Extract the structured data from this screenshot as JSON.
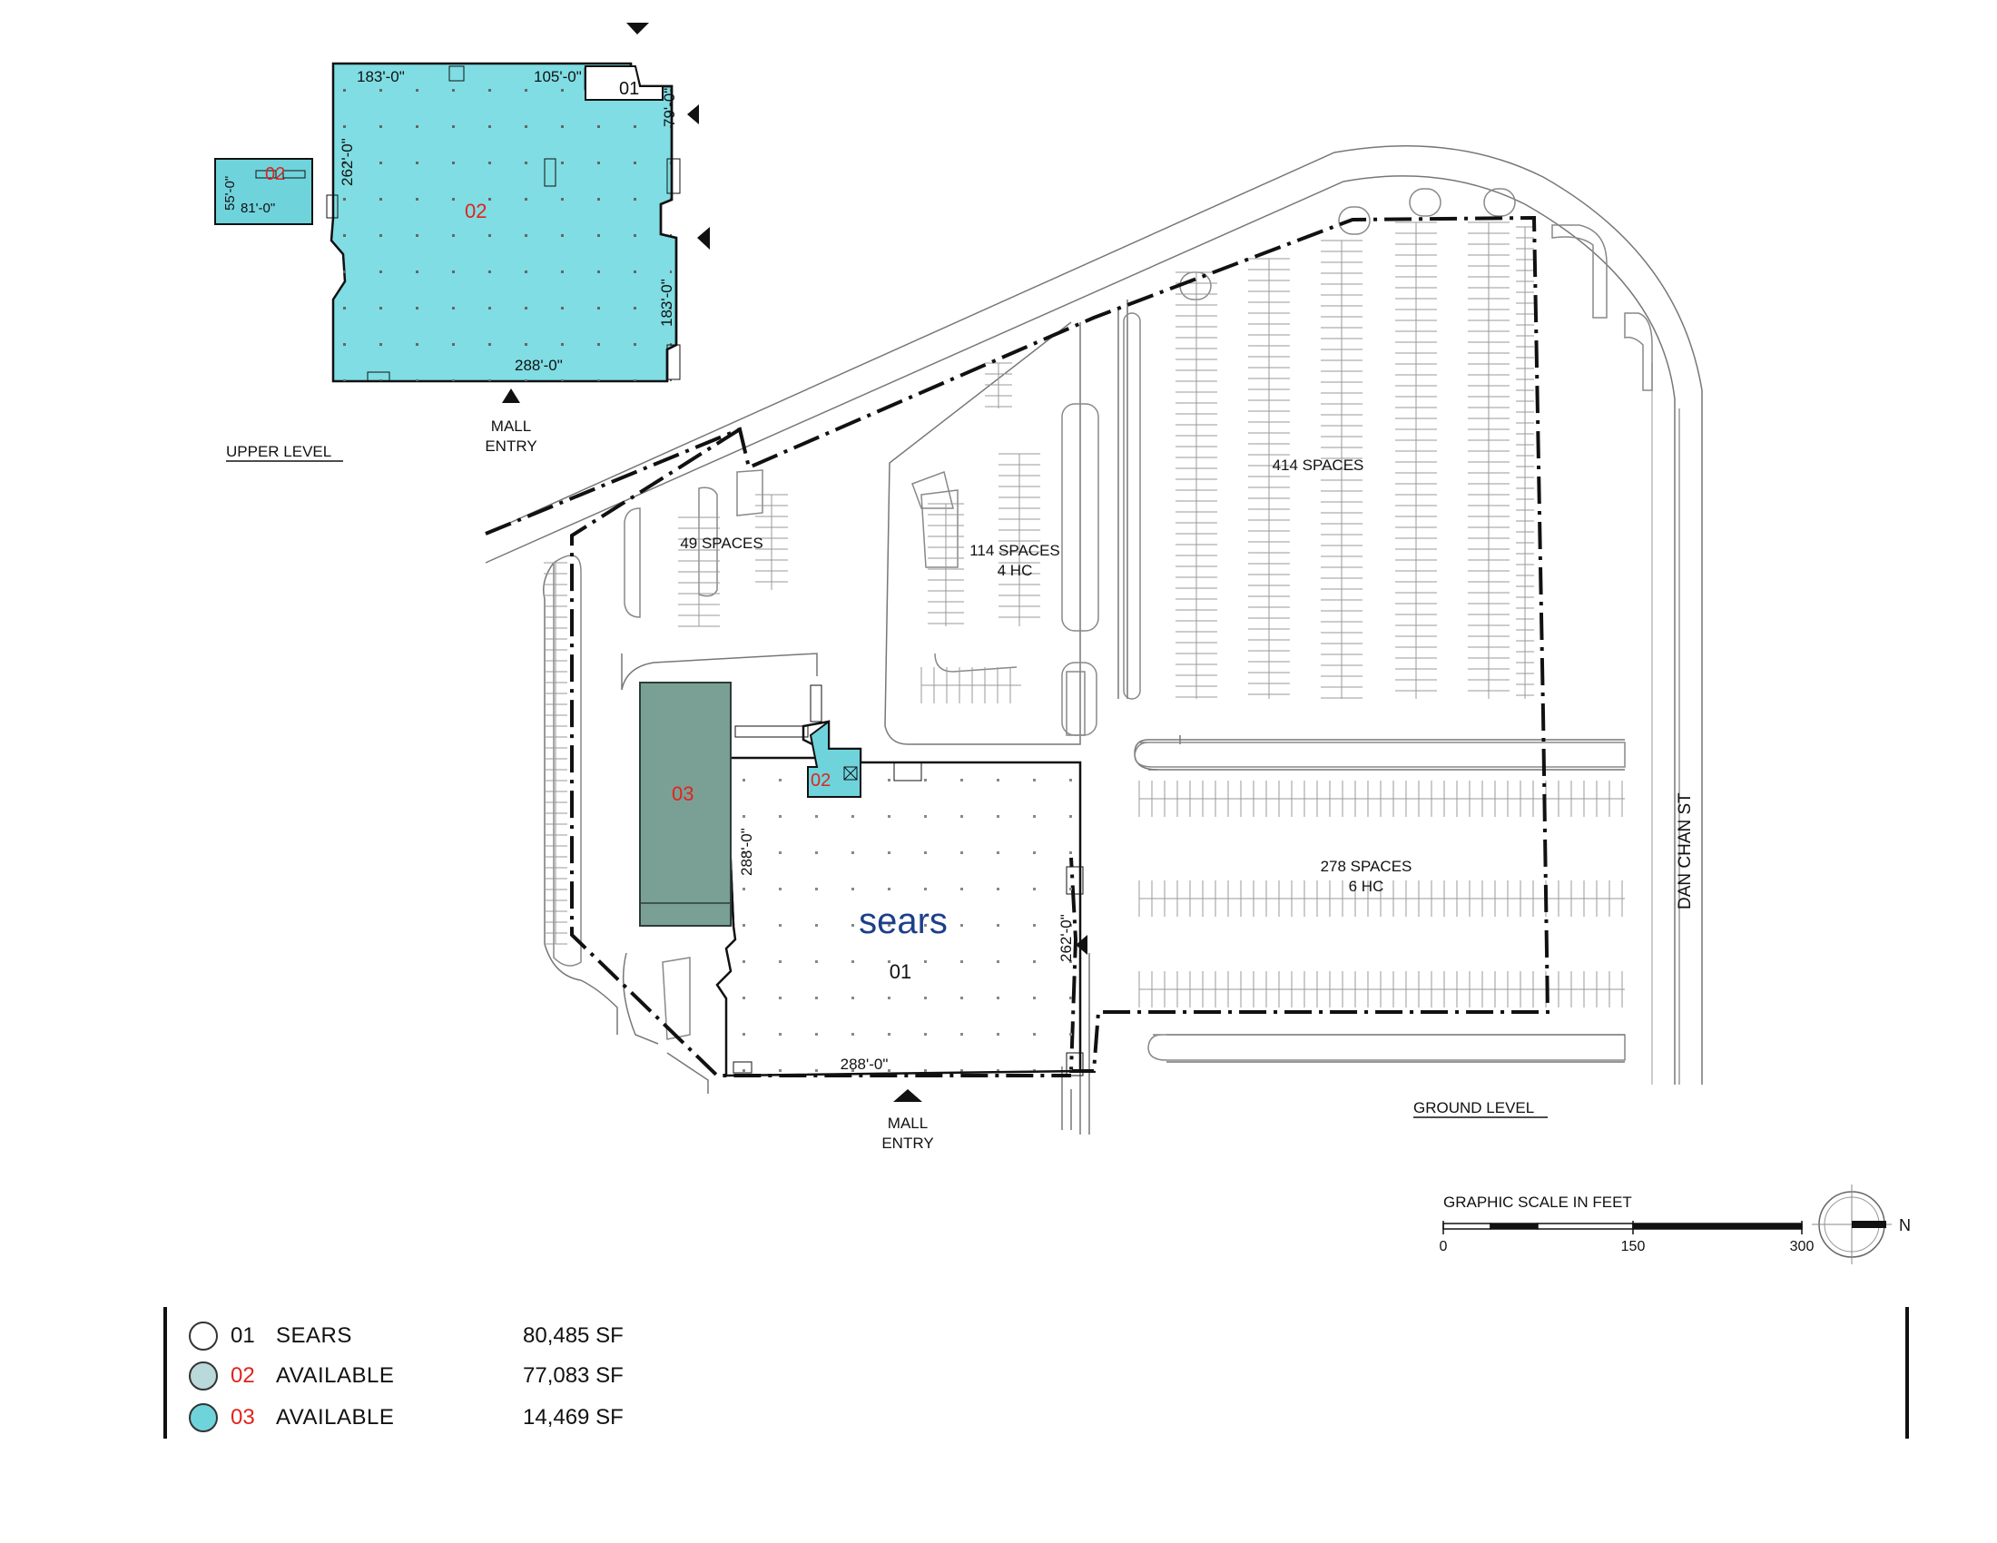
{
  "colors": {
    "available_upper": "#7fdde3",
    "available_small": "#6fd3dc",
    "space_03": "#7aa095",
    "line": "#111111",
    "label_red": "#e0241c",
    "brand_blue": "#1d3f8a"
  },
  "upper_level": {
    "title": "UPPER LEVEL",
    "unit_01_code": "01",
    "unit_02_code": "02",
    "annex_code": "02",
    "dims": {
      "top_left": "183'-0\"",
      "top_right": "105'-0\"",
      "left": "262'-0\"",
      "right_top": "79'-0\"",
      "right_bottom": "183'-0\"",
      "bottom": "288'-0\""
    },
    "annex_dims": {
      "height": "55'-0\"",
      "width": "81'-0\""
    },
    "entry": {
      "line1": "MALL",
      "line2": "ENTRY"
    }
  },
  "ground_level": {
    "title": "GROUND LEVEL",
    "street": "DAN CHAN ST",
    "brand": "sears",
    "unit_01_code": "01",
    "unit_02_code": "02",
    "unit_03_code": "03",
    "dims": {
      "left": "288'-0\"",
      "right": "262'-0\"",
      "bottom": "288'-0\""
    },
    "entry": {
      "line1": "MALL",
      "line2": "ENTRY"
    },
    "parking": {
      "p49": "49 SPACES",
      "p114": "114 SPACES",
      "p114_hc": "4 HC",
      "p414": "414 SPACES",
      "p278": "278 SPACES",
      "p278_hc": "6 HC"
    }
  },
  "scale": {
    "title": "GRAPHIC SCALE IN FEET",
    "ticks": [
      "0",
      "150",
      "300"
    ],
    "north": "N"
  },
  "legend": [
    {
      "code": "01",
      "name": "SEARS",
      "area": "80,485 SF",
      "color": "#ffffff",
      "code_red": false
    },
    {
      "code": "02",
      "name": "AVAILABLE",
      "area": "77,083 SF",
      "color": "#b9d9da",
      "code_red": true
    },
    {
      "code": "03",
      "name": "AVAILABLE",
      "area": "14,469 SF",
      "color": "#6fd3dc",
      "code_red": true
    }
  ]
}
